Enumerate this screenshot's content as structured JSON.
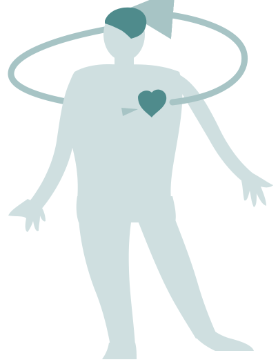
{
  "diagram": {
    "subject": "human-figure",
    "highlighted_organs": [
      "brain",
      "heart"
    ],
    "connection": {
      "from": "heart",
      "to": "brain",
      "style": "circular-arrow-loop"
    },
    "colors": {
      "background": "#ffffff",
      "body": "#cfdfe0",
      "organ": "#4f8b8c",
      "arrow": "#a7c4c5"
    },
    "icons": [
      "brain-icon",
      "heart-icon",
      "arrow-icon"
    ]
  }
}
